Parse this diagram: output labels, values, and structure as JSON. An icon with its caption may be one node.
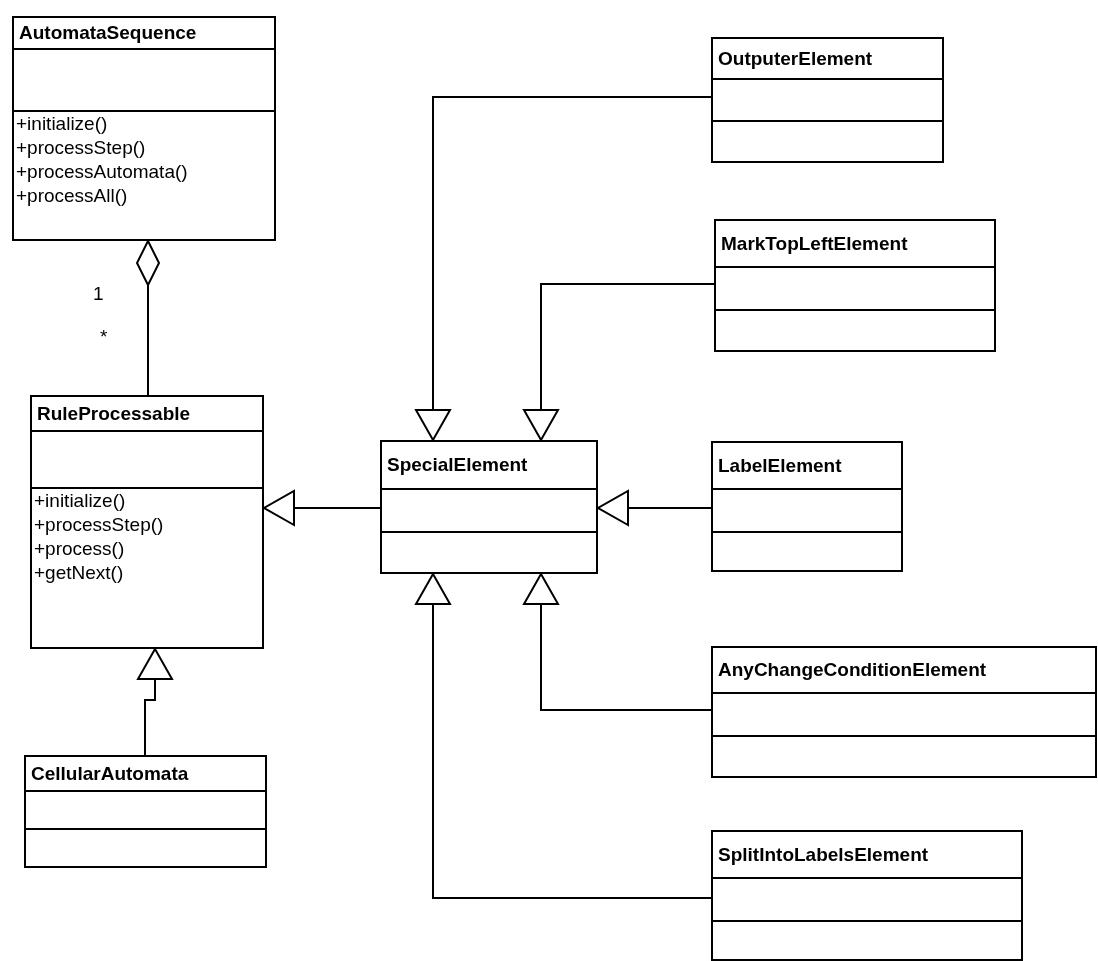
{
  "diagram": {
    "nodes": [
      {
        "text": [
          "AutomataSequence",
          "+initialize()",
          "+processStep()",
          "+processAutomata()",
          "+processAll()"
        ]
      },
      {
        "text": [
          "RuleProcessable",
          "+initialize()",
          "+processStep()",
          "+process()",
          "+getNext()"
        ]
      },
      {
        "text": [
          "CellularAutomata"
        ]
      },
      {
        "text": [
          "SpecialElement"
        ]
      },
      {
        "text": [
          "OutputerElement"
        ]
      },
      {
        "text": [
          "MarkTopLeftElement"
        ]
      },
      {
        "text": [
          "LabelElement"
        ]
      },
      {
        "text": [
          "AnyChangeConditionElement"
        ]
      },
      {
        "text": [
          "SplitIntoLabelsElement"
        ]
      }
    ],
    "edges": [
      {
        "from": 0,
        "to": 1,
        "arrow": "other"
      },
      {
        "from": 3,
        "to": 1,
        "arrow": "to"
      },
      {
        "from": 2,
        "to": 1,
        "arrow": "to"
      },
      {
        "from": 4,
        "to": 3,
        "arrow": "to"
      },
      {
        "from": 5,
        "to": 3,
        "arrow": "to"
      },
      {
        "from": 6,
        "to": 3,
        "arrow": "to"
      },
      {
        "from": 7,
        "to": 3,
        "arrow": "to"
      },
      {
        "from": 8,
        "to": 3,
        "arrow": "to"
      }
    ],
    "labels": [
      "1",
      "*"
    ]
  }
}
